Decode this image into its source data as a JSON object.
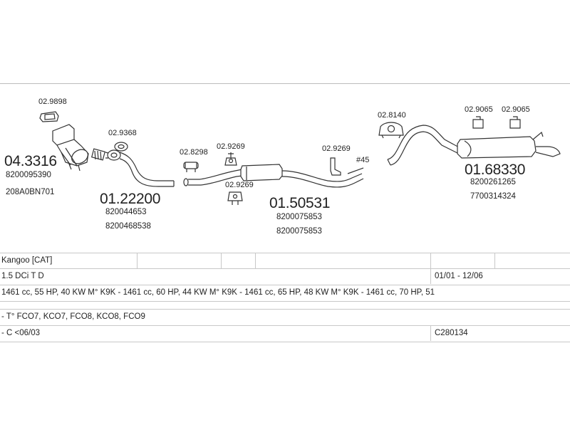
{
  "diagram": {
    "labels": {
      "small_02_9898": "02.9898",
      "main_04_3316": "04.3316",
      "pn_8200095390": "8200095390",
      "pn_208A0BN701": "208A0BN701",
      "small_02_9368": "02.9368",
      "main_01_22200": "01.22200",
      "pn_820044653": "820044653",
      "pn_8200468538": "8200468538",
      "small_02_8298": "02.8298",
      "small_02_9269_a": "02.9269",
      "small_02_9269_b": "02.9269",
      "small_02_9269_c": "02.9269",
      "main_01_50531": "01.50531",
      "pn_8200075853_a": "8200075853",
      "pn_8200075853_b": "8200075853",
      "mark_45": "#45",
      "small_02_8140": "02.8140",
      "small_02_9065_a": "02.9065",
      "small_02_9065_b": "02.9065",
      "main_01_68330": "01.68330",
      "pn_8200261265": "8200261265",
      "pn_7700314324": "7700314324"
    }
  },
  "table": {
    "row1": {
      "c1": "Kangoo  [CAT]"
    },
    "row2": {
      "c1": "1.5 DCi T D",
      "c2": "01/01 - 12/06"
    },
    "row3": {
      "c1": "1461 cc, 55 HP, 40 KW M° K9K - 1461 cc, 60 HP, 44 KW M° K9K - 1461 cc, 65 HP, 48 KW M° K9K - 1461 cc, 70 HP, 51"
    },
    "row4": {
      "c1": "- T° FCO7, KCO7, FCO8, KCO8, FCO9"
    },
    "row5": {
      "c1": "- C <06/03",
      "c2": "C280134"
    }
  }
}
